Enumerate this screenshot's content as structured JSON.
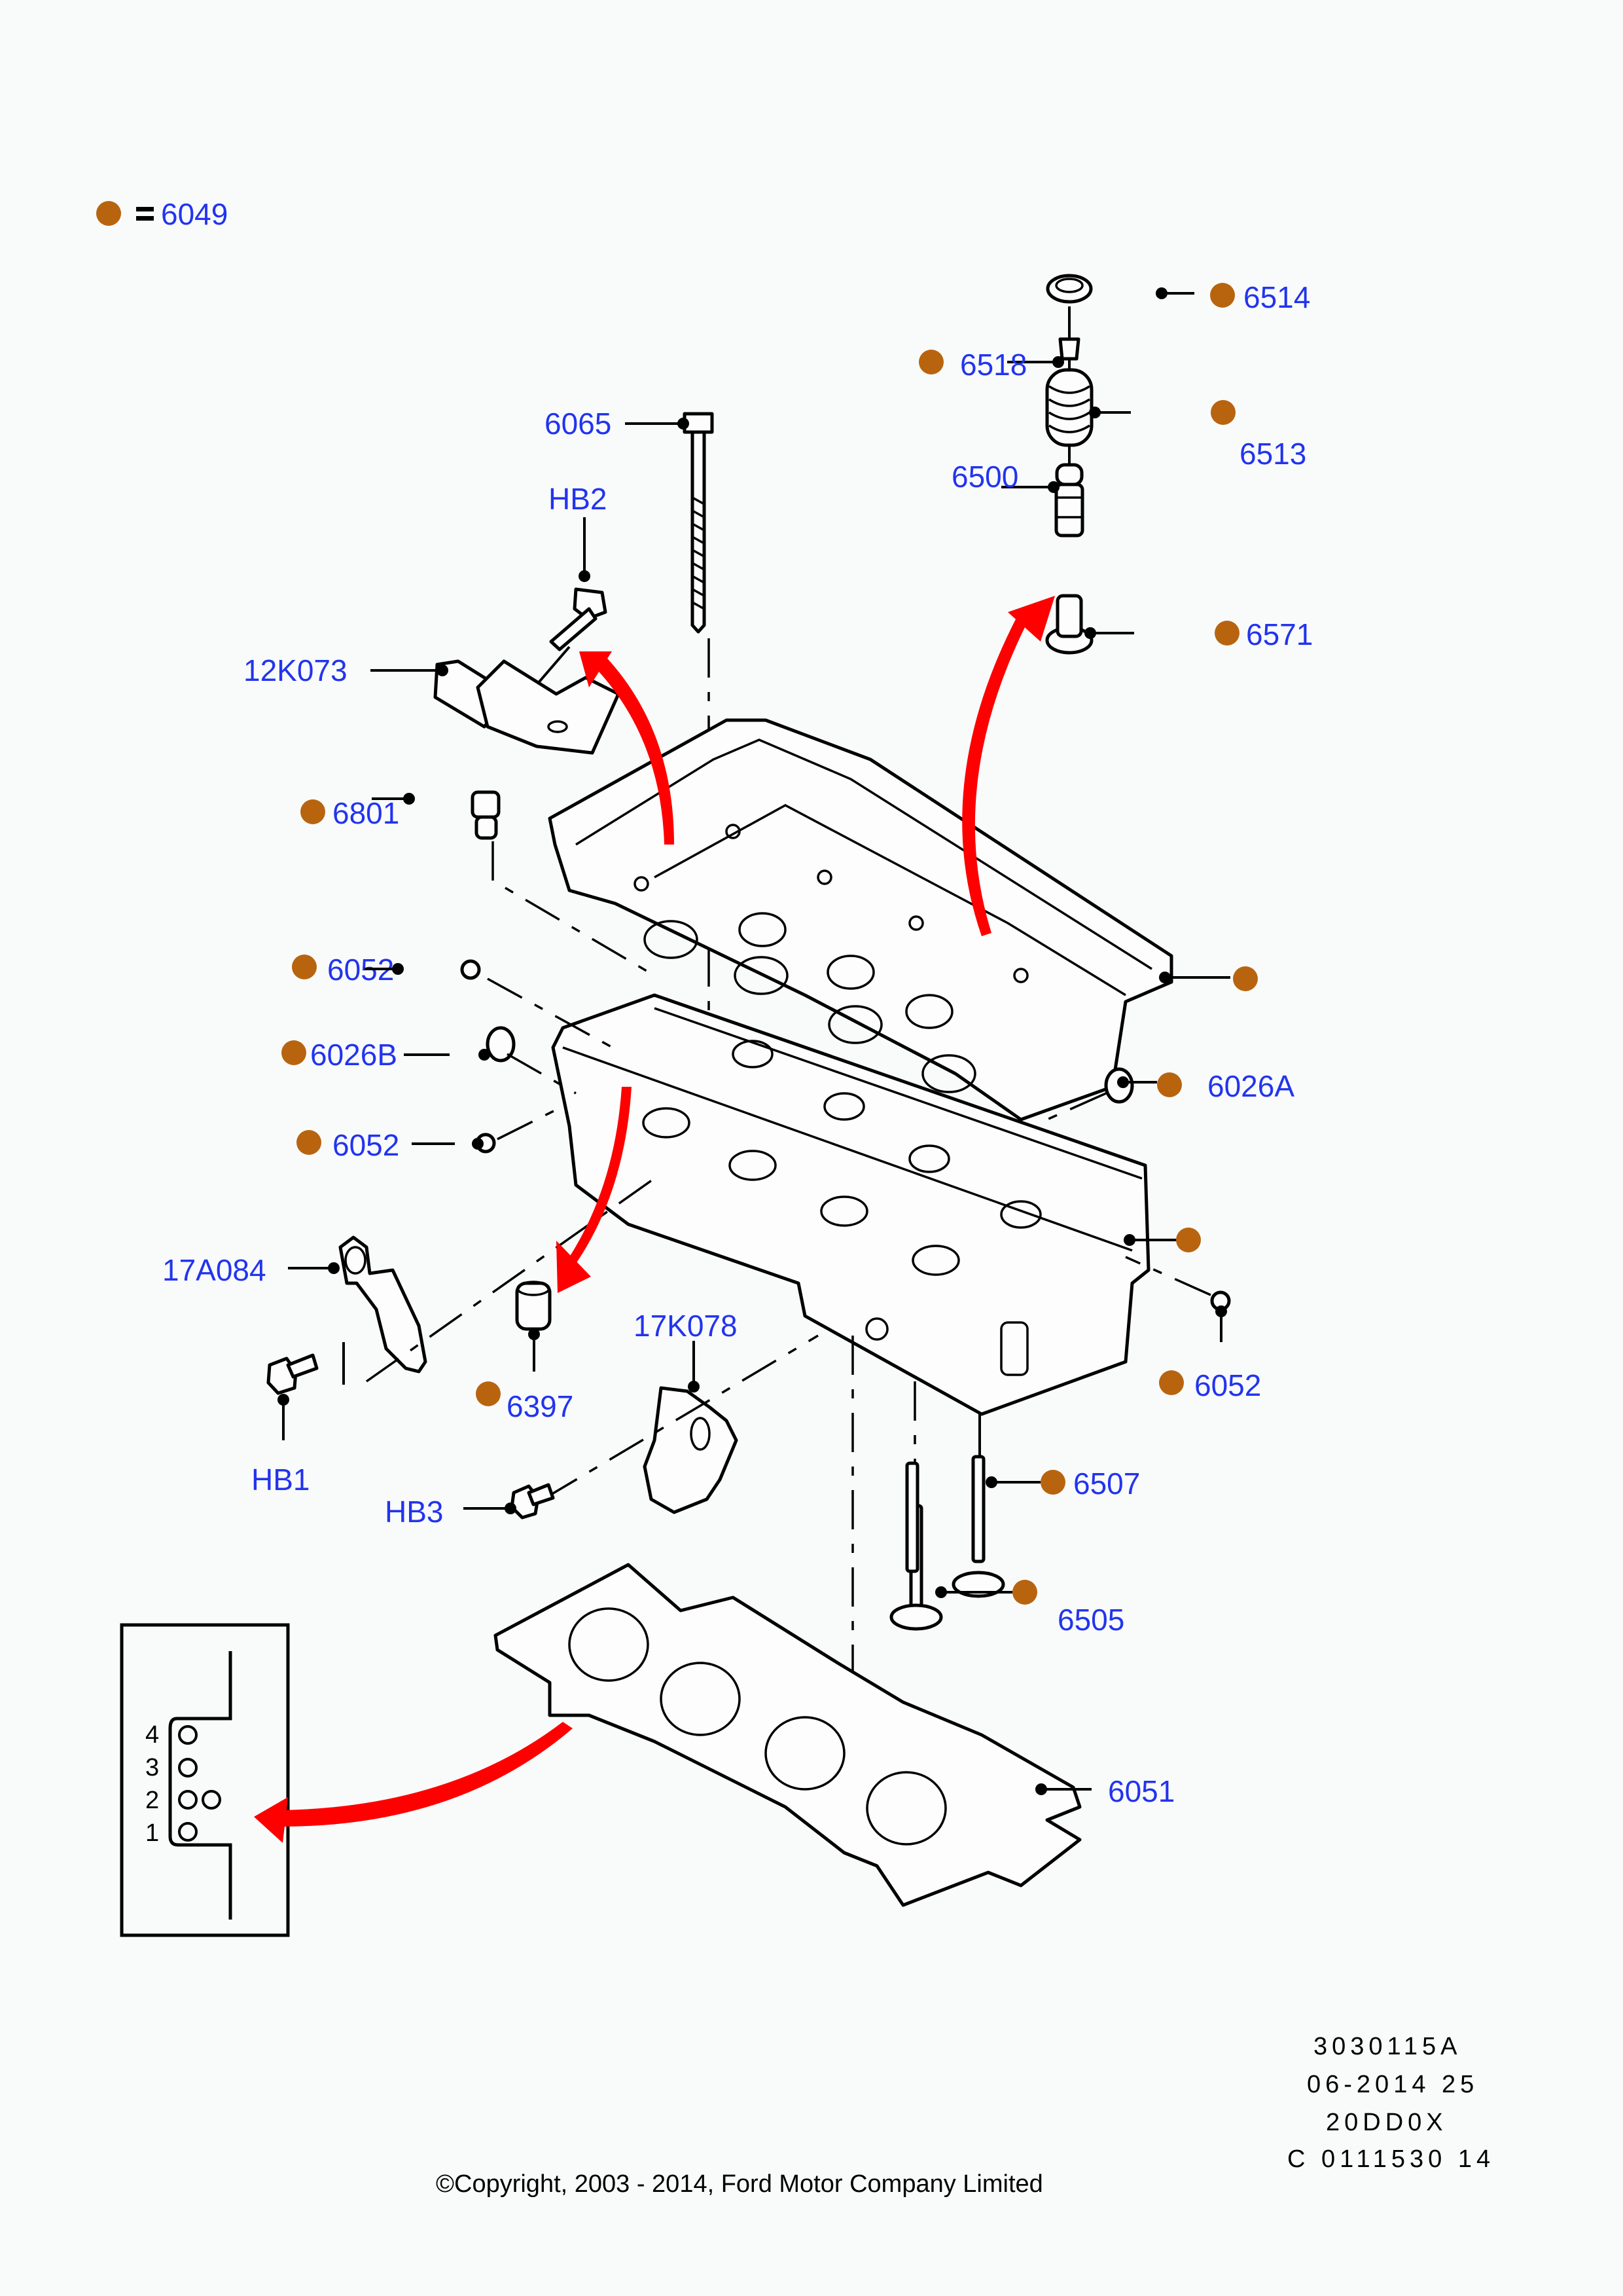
{
  "legend": {
    "dot_color": "#b8640f",
    "equals": "=",
    "part_number": "6049"
  },
  "colors": {
    "label": "#2234ee",
    "marker": "#b8640f",
    "arrow": "#fe0000",
    "line": "#000000"
  },
  "callouts": [
    {
      "id": "6514",
      "text": "6514",
      "marked": true
    },
    {
      "id": "6518",
      "text": "6518",
      "marked": true
    },
    {
      "id": "6513",
      "text": "6513",
      "marked": true
    },
    {
      "id": "6500",
      "text": "6500",
      "marked": false
    },
    {
      "id": "6571",
      "text": "6571",
      "marked": true
    },
    {
      "id": "6065",
      "text": "6065",
      "marked": false
    },
    {
      "id": "HB2",
      "text": "HB2",
      "marked": false
    },
    {
      "id": "12K073",
      "text": "12K073",
      "marked": false
    },
    {
      "id": "6801",
      "text": "6801",
      "marked": true
    },
    {
      "id": "6052a",
      "text": "6052",
      "marked": true
    },
    {
      "id": "6026B",
      "text": "6026B",
      "marked": true
    },
    {
      "id": "6052b",
      "text": "6052",
      "marked": true
    },
    {
      "id": "head-marker",
      "text": "",
      "marked": true
    },
    {
      "id": "6026A",
      "text": "6026A",
      "marked": true
    },
    {
      "id": "block-marker",
      "text": "",
      "marked": true
    },
    {
      "id": "6052c",
      "text": "6052",
      "marked": true
    },
    {
      "id": "17A084",
      "text": "17A084",
      "marked": false
    },
    {
      "id": "6397",
      "text": "6397",
      "marked": true
    },
    {
      "id": "17K078",
      "text": "17K078",
      "marked": false
    },
    {
      "id": "HB1",
      "text": "HB1",
      "marked": false
    },
    {
      "id": "HB3",
      "text": "HB3",
      "marked": false
    },
    {
      "id": "6507",
      "text": "6507",
      "marked": true
    },
    {
      "id": "6505",
      "text": "6505",
      "marked": true
    },
    {
      "id": "6051",
      "text": "6051",
      "marked": false
    }
  ],
  "inset": {
    "gasket_thickness_marks": [
      "4",
      "3",
      "2",
      "1"
    ]
  },
  "footer": {
    "codes": [
      "3030115A",
      "06-2014 25",
      "20DD0X",
      "C 0111530 14"
    ],
    "copyright": "©Copyright, 2003 - 2014, Ford Motor Company Limited"
  }
}
